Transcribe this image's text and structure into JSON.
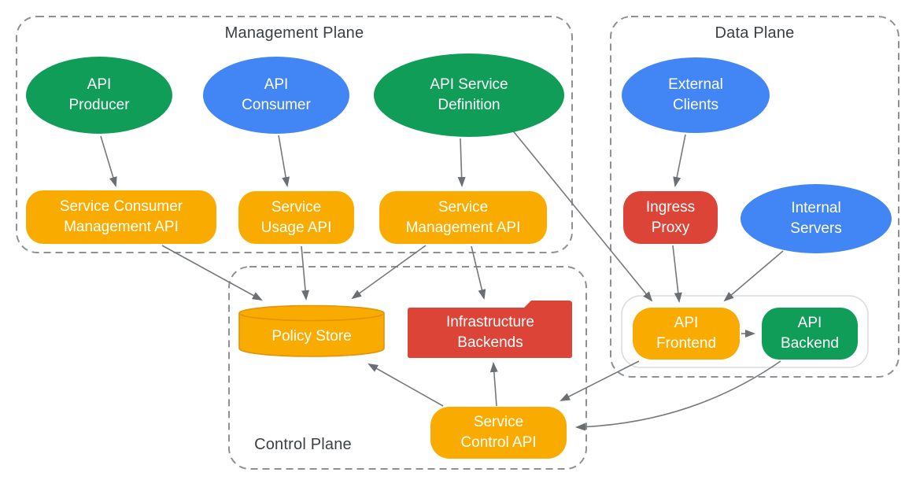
{
  "diagram": {
    "planes": {
      "management": {
        "label": "Management Plane"
      },
      "data": {
        "label": "Data Plane"
      },
      "control": {
        "label": "Control Plane"
      }
    },
    "nodes": {
      "api_producer": {
        "label": "API\nProducer",
        "shape": "ellipse",
        "color": "#0f9d58"
      },
      "api_consumer": {
        "label": "API\nConsumer",
        "shape": "ellipse",
        "color": "#4285f4"
      },
      "api_service_definition": {
        "label": "API Service\nDefinition",
        "shape": "ellipse",
        "color": "#0f9d58"
      },
      "service_consumer_management_api": {
        "label": "Service Consumer\nManagement API",
        "shape": "rounded-rect",
        "color": "#f9ab00"
      },
      "service_usage_api": {
        "label": "Service\nUsage API",
        "shape": "rounded-rect",
        "color": "#f9ab00"
      },
      "service_management_api": {
        "label": "Service\nManagement API",
        "shape": "rounded-rect",
        "color": "#f9ab00"
      },
      "external_clients": {
        "label": "External\nClients",
        "shape": "ellipse",
        "color": "#4285f4"
      },
      "ingress_proxy": {
        "label": "Ingress\nProxy",
        "shape": "rounded-rect",
        "color": "#db4437"
      },
      "internal_servers": {
        "label": "Internal\nServers",
        "shape": "ellipse",
        "color": "#4285f4"
      },
      "api_frontend": {
        "label": "API\nFrontend",
        "shape": "rounded-rect",
        "color": "#f9ab00"
      },
      "api_backend": {
        "label": "API\nBackend",
        "shape": "rounded-rect",
        "color": "#0f9d58"
      },
      "policy_store": {
        "label": "Policy Store",
        "shape": "cylinder",
        "color": "#f9ab00"
      },
      "infrastructure_backends": {
        "label": "Infrastructure\nBackends",
        "shape": "folder",
        "color": "#db4437"
      },
      "service_control_api": {
        "label": "Service\nControl API",
        "shape": "rounded-rect",
        "color": "#f9ab00"
      }
    },
    "edges": [
      {
        "from": "api_producer",
        "to": "service_consumer_management_api"
      },
      {
        "from": "api_consumer",
        "to": "service_usage_api"
      },
      {
        "from": "api_service_definition",
        "to": "service_management_api"
      },
      {
        "from": "api_service_definition",
        "to": "api_frontend"
      },
      {
        "from": "service_consumer_management_api",
        "to": "policy_store"
      },
      {
        "from": "service_usage_api",
        "to": "policy_store"
      },
      {
        "from": "service_management_api",
        "to": "policy_store"
      },
      {
        "from": "service_management_api",
        "to": "infrastructure_backends"
      },
      {
        "from": "external_clients",
        "to": "ingress_proxy"
      },
      {
        "from": "ingress_proxy",
        "to": "api_frontend"
      },
      {
        "from": "internal_servers",
        "to": "api_frontend"
      },
      {
        "from": "api_frontend",
        "to": "api_backend"
      },
      {
        "from": "api_frontend",
        "to": "service_control_api"
      },
      {
        "from": "api_backend",
        "to": "service_control_api"
      },
      {
        "from": "service_control_api",
        "to": "policy_store"
      },
      {
        "from": "service_control_api",
        "to": "infrastructure_backends"
      }
    ],
    "colors": {
      "green": "#0f9d58",
      "blue": "#4285f4",
      "orange": "#f9ab00",
      "red": "#db4437",
      "arrow": "#75787c",
      "dashed_border": "#8d9196",
      "title_text": "#3c4043",
      "node_text": "#ffffff",
      "inner_container_border": "#d9dbde"
    }
  }
}
